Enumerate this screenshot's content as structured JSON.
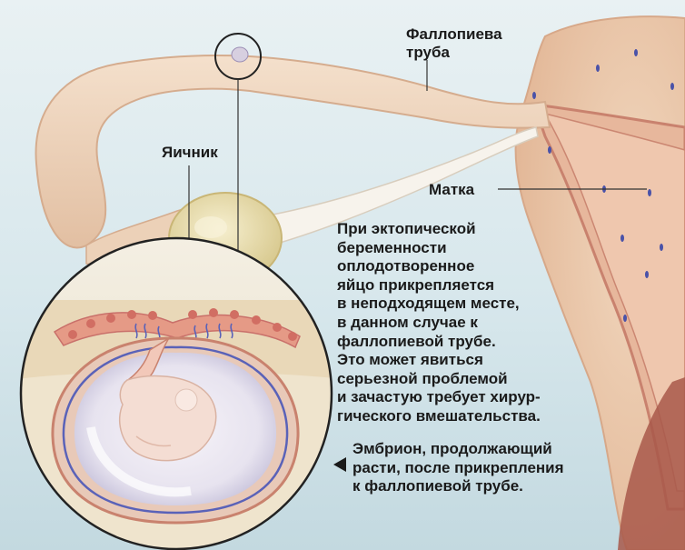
{
  "labels": {
    "ovary": "Яичник",
    "fallopian_tube": "Фаллопиева труба",
    "uterus": "Матка"
  },
  "description_lines": [
    "При эктопической",
    "беременности",
    "оплодотворенное",
    "яйцо прикрепляется",
    "в неподходящем месте,",
    "в данном случае к",
    "фаллопиевой трубе.",
    "Это может явиться",
    "серьезной проблемой",
    "и зачастую требует хирур-",
    "гического вмешательства."
  ],
  "embryo_note_lines": [
    "Эмбрион, продолжающий",
    "расти, после прикрепления",
    "к фаллопиевой трубе."
  ],
  "colors": {
    "background": "#d7e7ec",
    "tissue": "#efd6bf",
    "tissue_dark": "#d9a98d",
    "uterus_lining": "#c9826e",
    "ovary": "#ece2b8",
    "amniotic": "#f1eef4",
    "embryo": "#f4ddd3",
    "membrane_blue": "#5a62b8",
    "text": "#1a1a1a"
  }
}
